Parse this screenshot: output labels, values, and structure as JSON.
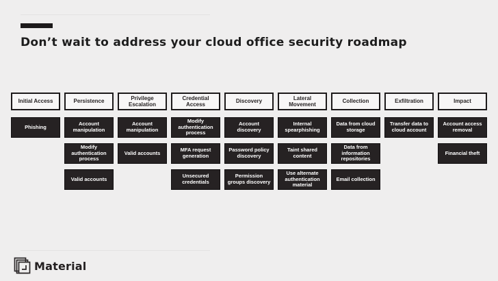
{
  "slide": {
    "title": "Don’t wait to address your cloud office security roadmap",
    "logo_text": "Material"
  },
  "matrix": {
    "columns": [
      {
        "header": "Initial Access",
        "items": [
          "Phishing",
          null,
          null
        ]
      },
      {
        "header": "Persistence",
        "items": [
          "Account manipulation",
          "Modify authentication process",
          "Valid accounts"
        ]
      },
      {
        "header": "Privilege Escalation",
        "items": [
          "Account manipulation",
          "Valid accounts",
          null
        ]
      },
      {
        "header": "Credential Access",
        "items": [
          "Modify authentication process",
          "MFA request generation",
          "Unsecured credentials"
        ]
      },
      {
        "header": "Discovery",
        "items": [
          "Account discovery",
          "Password policy discovery",
          "Permission groups discovery"
        ]
      },
      {
        "header": "Lateral Movement",
        "items": [
          "Internal spearphishing",
          "Taint shared content",
          "Use alternate authentication material"
        ]
      },
      {
        "header": "Collection",
        "items": [
          "Data from cloud storage",
          "Data from information repositories",
          "Email collection"
        ]
      },
      {
        "header": "Exfiltration",
        "items": [
          "Transfer data to cloud account",
          null,
          null
        ]
      },
      {
        "header": "Impact",
        "items": [
          "Account access removal",
          "Financial theft",
          null
        ]
      }
    ]
  },
  "icons": {
    "logo": "material-layered-squares-icon"
  },
  "colors": {
    "background": "#efeeee",
    "ink": "#1c191a",
    "dark_box_fill": "#262223",
    "dark_box_text": "#ffffff",
    "header_box_fill": "#f7f6f6",
    "rule": "#e3e2e2"
  }
}
